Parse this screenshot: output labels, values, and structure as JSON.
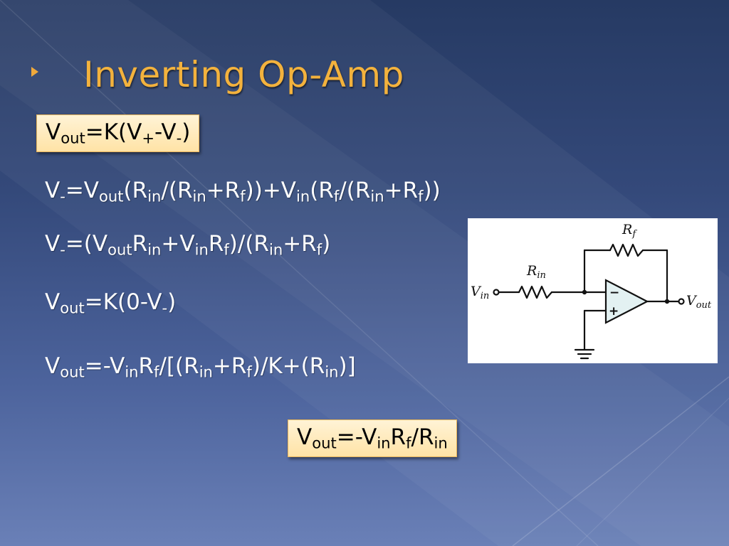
{
  "slide": {
    "title": "Inverting Op-Amp",
    "accent_color": "#f3b23d",
    "background_top": "#263a63",
    "background_bottom": "#6a80b7"
  },
  "equations": [
    {
      "id": "gain",
      "boxed": true,
      "text": "Vout=K(V+-V-)"
    },
    {
      "id": "divider",
      "boxed": false,
      "text": "V-=Vout(Rin/(Rin+Rf))+Vin(Rf/(Rin+Rf))"
    },
    {
      "id": "divider-simplified",
      "boxed": false,
      "text": "V-=(VoutRin+VinRf)/(Rin+Rf)"
    },
    {
      "id": "output",
      "boxed": false,
      "text": "Vout=K(0-V-)"
    },
    {
      "id": "solved",
      "boxed": false,
      "text": "Vout=-VinRf/[(Rin+Rf)/K+(Rin)]"
    },
    {
      "id": "ideal-result",
      "boxed": true,
      "text": "Vout=-VinRf/Rin"
    }
  ],
  "circuit": {
    "labels": {
      "rf_main": "R",
      "rf_sub": "f",
      "rin_main": "R",
      "rin_sub": "in",
      "vin_main": "V",
      "vin_sub": "in",
      "vout_main": "V",
      "vout_sub": "out",
      "minus": "−",
      "plus": "+"
    },
    "opamp_fill": "#e3f1f2"
  }
}
